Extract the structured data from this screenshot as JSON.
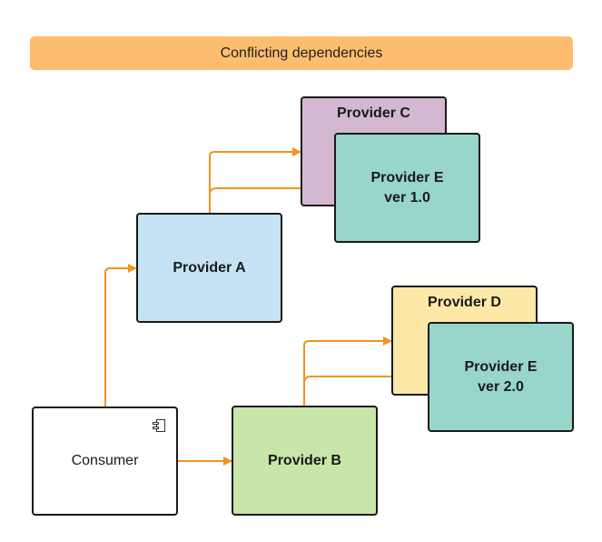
{
  "banner": {
    "title": "Conflicting dependencies"
  },
  "nodes": {
    "consumer": {
      "label": "Consumer"
    },
    "provider_a": {
      "label": "Provider A"
    },
    "provider_b": {
      "label": "Provider B"
    },
    "provider_c": {
      "label": "Provider C"
    },
    "provider_d": {
      "label": "Provider D"
    },
    "provider_e1": {
      "label": "Provider E",
      "version": "ver 1.0"
    },
    "provider_e2": {
      "label": "Provider E",
      "version": "ver 2.0"
    }
  },
  "edges": [
    {
      "from": "Consumer",
      "to": "Provider A"
    },
    {
      "from": "Consumer",
      "to": "Provider B"
    },
    {
      "from": "Provider A",
      "to": "Provider C"
    },
    {
      "from": "Provider A",
      "to": "Provider E ver 1.0"
    },
    {
      "from": "Provider B",
      "to": "Provider D"
    },
    {
      "from": "Provider B",
      "to": "Provider E ver 2.0"
    }
  ],
  "colors": {
    "banner": "#fdbd6f",
    "arrow": "#f29322",
    "provider_a": "#c5e3f5",
    "provider_b": "#c8e6a9",
    "provider_c": "#d4b8d1",
    "provider_d": "#fde8a8",
    "provider_e": "#98d5cb",
    "consumer": "#ffffff"
  },
  "icons": {
    "consumer": "component-icon"
  }
}
